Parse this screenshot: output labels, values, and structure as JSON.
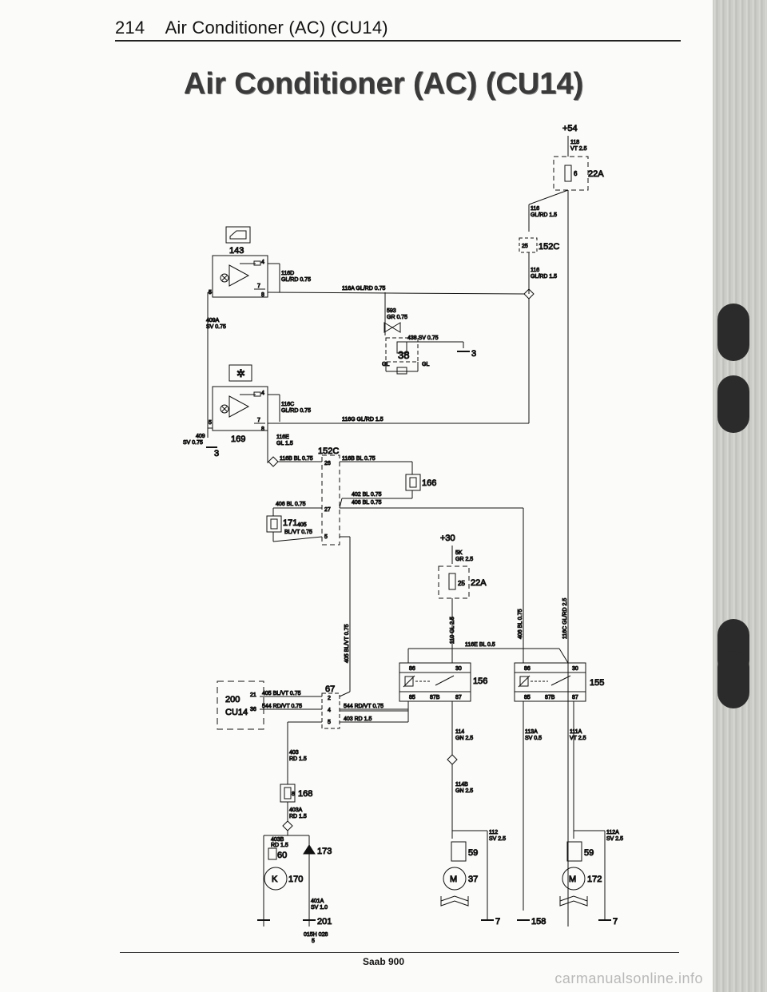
{
  "header": {
    "page_number": "214",
    "section_title": "Air Conditioner (AC) (CU14)"
  },
  "diagram_title": "Air Conditioner (AC) (CU14)",
  "supply": {
    "plus54": "+54",
    "wire_118": "118",
    "wire_118_spec": "VT 2.5",
    "fuse_22a_top_pin": "6",
    "fuse_22a_top": "22A",
    "wire_116": "116",
    "wire_116_spec": "GL/RD 1.5",
    "conn_152c_pin": "25",
    "conn_152c": "152C",
    "wire_116b": "116",
    "wire_116b_spec": "GL/RD 1.5"
  },
  "components": {
    "c143": "143",
    "c169": "169",
    "c38": "38",
    "c38_gl_left": "GL",
    "c38_gl_right": "GL",
    "c166": "166",
    "c171": "171",
    "c152c_mid": "152C",
    "c152c_pin26": "26",
    "c152c_pin27": "27",
    "c152c_pin5": "5",
    "c67": "67",
    "c67_pin2": "2",
    "c67_pin4": "4",
    "c67_pin5": "5",
    "plus30": "+30",
    "fuse_22a_mid": "22A",
    "fuse_22a_mid_pin": "25",
    "c156": "156",
    "c155": "155",
    "c200": "200",
    "c200_pin21": "21",
    "c200_pin36": "36",
    "cu14": "CU14",
    "c168": "168",
    "c168_pin": "8",
    "c60": "60",
    "c173": "173",
    "c170": "170",
    "c170_letter": "K",
    "c201": "201",
    "c59a": "59",
    "c59b": "59",
    "c37": "37",
    "c172": "172",
    "motor_letter": "M",
    "gnd3a": "3",
    "gnd3b": "3",
    "gnd7a": "7",
    "gnd7b": "7",
    "gnd158": "158"
  },
  "relay_pins": {
    "p86": "86",
    "p30": "30",
    "p85": "85",
    "p87b": "87B",
    "p87": "87"
  },
  "switch_pins": {
    "p4": "4",
    "p5": "5",
    "p7": "7",
    "p8": "8"
  },
  "wires": {
    "w116d": "116D",
    "w116d_spec": "GL/RD 0.75",
    "w116a": "116A GL/RD 0.75",
    "w409a": "409A",
    "w409a_spec": "SV 0.75",
    "w593": "593",
    "w593_spec": "GR 0.75",
    "w438": "438 SV 0.75",
    "w116c": "116C",
    "w116c_spec": "GL/RD 0.75",
    "w116g": "116G GL/RD 1.5",
    "w409": "409",
    "w409_spec": "SV 0.75",
    "w116e": "116E",
    "w116e_spec": "GL 1.5",
    "w116b_bl": "116B BL 0.75",
    "w116b_bl_right": "116B BL 0.75",
    "w402": "402 BL 0.75",
    "w406_right": "406 BL 0.75",
    "w406_left": "406 BL 0.75",
    "w405": "405",
    "w405_spec": "BL/VT 0.75",
    "w405_vert": "405 BL/VT 0.75",
    "w5k": "5K",
    "w5k_spec": "GR 2.5",
    "w110": "110 GL 2.5",
    "w406_vert": "406 BL 0.75",
    "w116c_vert": "116C GL/RD 2.5",
    "w116e_bl": "116E BL 0.5",
    "w405_h": "405 BL/VT 0.75",
    "w544_left": "544 RD/VT 0.75",
    "w544_right": "544 RD/VT 0.75",
    "w403_h": "403 RD 1.5",
    "w403": "403",
    "w403_spec": "RD 1.5",
    "w403a": "403A",
    "w403a_spec": "RD 1.5",
    "w403b": "403B",
    "w403b_spec": "RD 1.5",
    "w401a": "401A",
    "w401a_spec": "SV 1.0",
    "w114": "114",
    "w114_spec": "GN 2.5",
    "w114b": "114B",
    "w114b_spec": "GN 2.5",
    "w112": "112",
    "w112_spec": "SV 2.5",
    "w113a": "113A",
    "w113a_spec": "SV 0.5",
    "w111a": "111A",
    "w111a_spec": "VT 2.5",
    "w112a": "112A",
    "w112a_spec": "SV 2.5"
  },
  "figure_code": "015H 028",
  "figure_code_sub": "5",
  "footer": {
    "model": "Saab 900"
  },
  "watermark": "carmanualsonline.info"
}
